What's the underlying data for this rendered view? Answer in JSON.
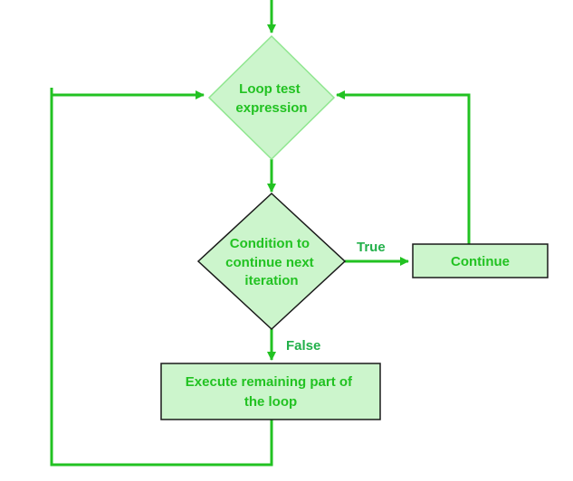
{
  "diagram": {
    "nodes": {
      "loop_test": {
        "line1": "Loop test",
        "line2": "expression"
      },
      "condition": {
        "line1": "Condition to",
        "line2": "continue next",
        "line3": "iteration"
      },
      "continue": {
        "label": "Continue"
      },
      "execute": {
        "line1": "Execute remaining part of",
        "line2": "the loop"
      }
    },
    "edges": {
      "true_label": "True",
      "false_label": "False"
    }
  },
  "colors": {
    "line": "#22c222",
    "label_text": "#22b04a",
    "node_fill": "#ccf5cc",
    "loop_test_border": "#8fe68f",
    "node_border": "#1a1a1a",
    "node_text": "#22c222"
  }
}
